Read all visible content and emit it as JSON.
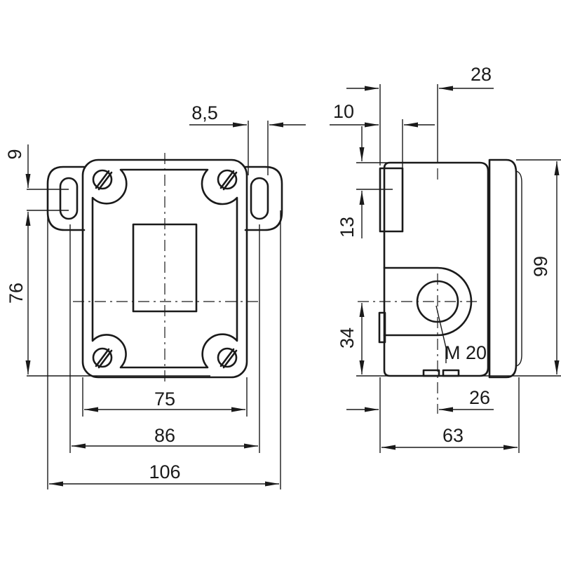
{
  "drawing": {
    "front_view": {
      "dim_width_inner": "75",
      "dim_width_holes": "86",
      "dim_width_total": "106",
      "dim_height_holes": "76",
      "dim_slot": "9",
      "dim_flange_offset": "8,5"
    },
    "side_view": {
      "dim_offset_top": "28",
      "dim_offset_small": "10",
      "dim_height_total": "99",
      "dim_block": "13",
      "dim_gland_height": "34",
      "dim_gland_offset": "26",
      "dim_depth_total": "63",
      "thread_label": "M 20"
    }
  }
}
